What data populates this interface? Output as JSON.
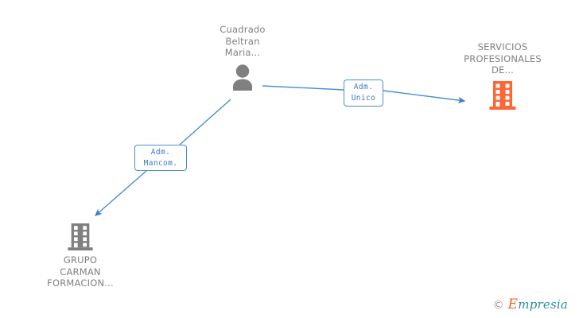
{
  "diagram": {
    "background_color": "#ffffff",
    "nodes": [
      {
        "id": "person",
        "icon": "person-icon",
        "icon_color": "#808080",
        "label": "Cuadrado\nBeltran\nMaria...",
        "label_color": "#808080"
      },
      {
        "id": "company-right",
        "icon": "building-icon",
        "icon_color": "#ff6633",
        "label": "SERVICIOS\nPROFESIONALES\nDE...",
        "label_color": "#808080"
      },
      {
        "id": "company-bottom-left",
        "icon": "building-icon",
        "icon_color": "#7f7f7f",
        "label": "GRUPO\nCARMAN\nFORMACION...",
        "label_color": "#808080"
      }
    ],
    "edges": [
      {
        "id": "edge-unico",
        "from": "person",
        "to": "company-right",
        "label": "Adm.\nUnico",
        "line_color": "#4a8ed0",
        "label_color": "#3a7bbf"
      },
      {
        "id": "edge-mancom",
        "from": "person",
        "to": "company-bottom-left",
        "label": "Adm.\nMancom.",
        "line_color": "#4a8ed0",
        "label_color": "#3a7bbf"
      }
    ]
  },
  "watermark": {
    "copyright_symbol": "©",
    "brand_initial": "E",
    "brand_rest": "mpresia",
    "brand_color": "#2a8f9e",
    "initial_color": "#f4622d"
  }
}
